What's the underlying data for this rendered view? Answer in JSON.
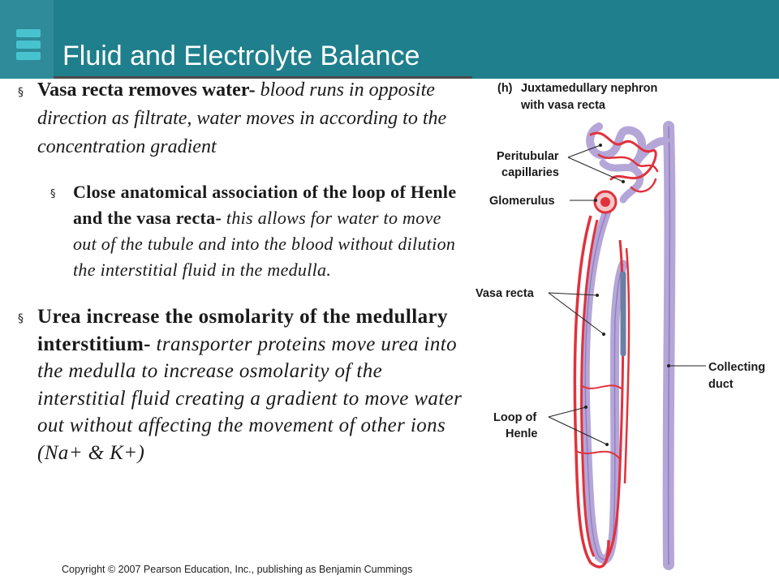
{
  "title": "Fluid and Electrolyte Balance",
  "bullets": {
    "b1": {
      "bold": "Vasa recta removes water-",
      "italic": " blood runs in opposite direction as filtrate, water moves in according to the concentration gradient"
    },
    "b2": {
      "bold": "Close anatomical association of the loop of Henle and the vasa recta-",
      "italic": " this allows for water to move out of the tubule and into the blood without dilution the interstitial fluid in the medulla."
    },
    "b3": {
      "bold": "Urea increase the osmolarity of the medullary interstitium-",
      "italic": " transporter proteins move urea into the medulla to increase osmolarity of the interstitial fluid creating a gradient to move water out without affecting the movement of  other ions (Na+ & K+)"
    }
  },
  "bullet_mark": "§",
  "copyright": "Copyright © 2007 Pearson Education, Inc., publishing as Benjamin Cummings",
  "figure": {
    "label_h": "(h)",
    "title_line1": "Juxtamedullary nephron",
    "title_line2": "with vasa recta",
    "peritubular_1": "Peritubular",
    "peritubular_2": "capillaries",
    "glomerulus": "Glomerulus",
    "vasa_recta": "Vasa recta",
    "loop_1": "Loop of",
    "loop_2": "Henle",
    "collecting_1": "Collecting",
    "collecting_2": "duct"
  },
  "colors": {
    "title_bar": "#1f7f8c",
    "vessel_red": "#e0323c",
    "tubule_purple": "#a996cf"
  }
}
